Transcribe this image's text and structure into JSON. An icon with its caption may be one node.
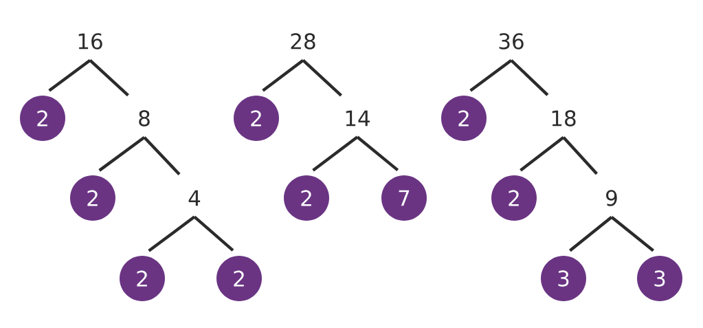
{
  "diagram": {
    "nodes": [
      {
        "text": [
          "16"
        ]
      },
      {
        "text": [
          "2"
        ]
      },
      {
        "text": [
          "8"
        ]
      },
      {
        "text": [
          "2"
        ]
      },
      {
        "text": [
          "4"
        ]
      },
      {
        "text": [
          "2"
        ]
      },
      {
        "text": [
          "2"
        ]
      },
      {
        "text": [
          "28"
        ]
      },
      {
        "text": [
          "2"
        ]
      },
      {
        "text": [
          "14"
        ]
      },
      {
        "text": [
          "2"
        ]
      },
      {
        "text": [
          "7"
        ]
      },
      {
        "text": [
          "36"
        ]
      },
      {
        "text": [
          "2"
        ]
      },
      {
        "text": [
          "18"
        ]
      },
      {
        "text": [
          "2"
        ]
      },
      {
        "text": [
          "9"
        ]
      },
      {
        "text": [
          "3"
        ]
      },
      {
        "text": [
          "3"
        ]
      }
    ],
    "edges": [
      {
        "from": 0,
        "to": 1,
        "arrow": "none"
      },
      {
        "from": 0,
        "to": 2,
        "arrow": "none"
      },
      {
        "from": 2,
        "to": 3,
        "arrow": "none"
      },
      {
        "from": 2,
        "to": 4,
        "arrow": "none"
      },
      {
        "from": 4,
        "to": 5,
        "arrow": "none"
      },
      {
        "from": 4,
        "to": 6,
        "arrow": "none"
      },
      {
        "from": 7,
        "to": 8,
        "arrow": "none"
      },
      {
        "from": 7,
        "to": 9,
        "arrow": "none"
      },
      {
        "from": 9,
        "to": 10,
        "arrow": "none"
      },
      {
        "from": 9,
        "to": 11,
        "arrow": "none"
      },
      {
        "from": 12,
        "to": 13,
        "arrow": "none"
      },
      {
        "from": 12,
        "to": 14,
        "arrow": "none"
      },
      {
        "from": 14,
        "to": 15,
        "arrow": "none"
      },
      {
        "from": 14,
        "to": 16,
        "arrow": "none"
      },
      {
        "from": 16,
        "to": 17,
        "arrow": "none"
      },
      {
        "from": 16,
        "to": 18,
        "arrow": "none"
      }
    ]
  }
}
